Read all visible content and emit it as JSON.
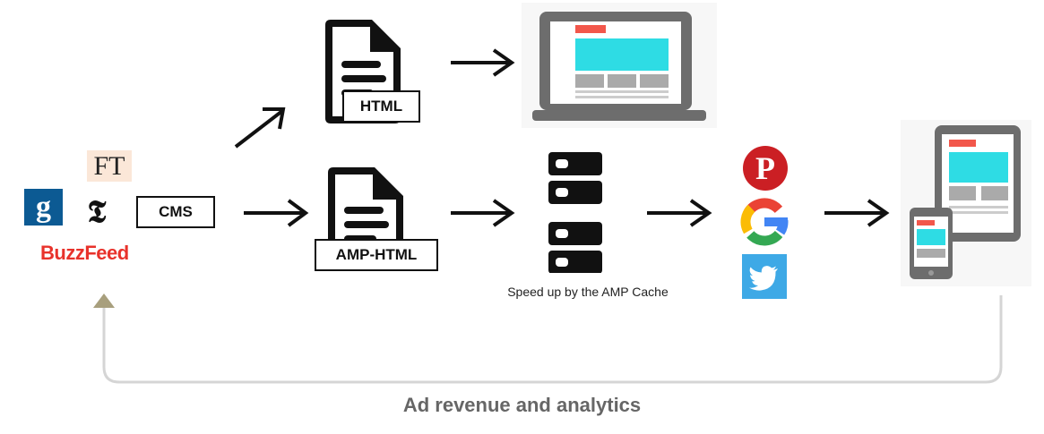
{
  "publishers": {
    "ft_logo": "FT",
    "guardian_logo": "g",
    "nyt_logo": "𝕿",
    "buzzfeed_logo": "BuzzFeed"
  },
  "boxes": {
    "cms": "CMS",
    "html": "HTML",
    "amp_html": "AMP-HTML"
  },
  "cache": {
    "caption": "Speed up by the AMP Cache"
  },
  "platforms": [
    "pinterest-icon",
    "google-icon",
    "twitter-icon"
  ],
  "feedback": {
    "caption": "Ad revenue and analytics"
  },
  "colors": {
    "accent_cyan": "#2edce4",
    "accent_red": "#f2574b",
    "device_gray": "#6d6d6d",
    "arrow_feedback": "#a89f7d"
  }
}
